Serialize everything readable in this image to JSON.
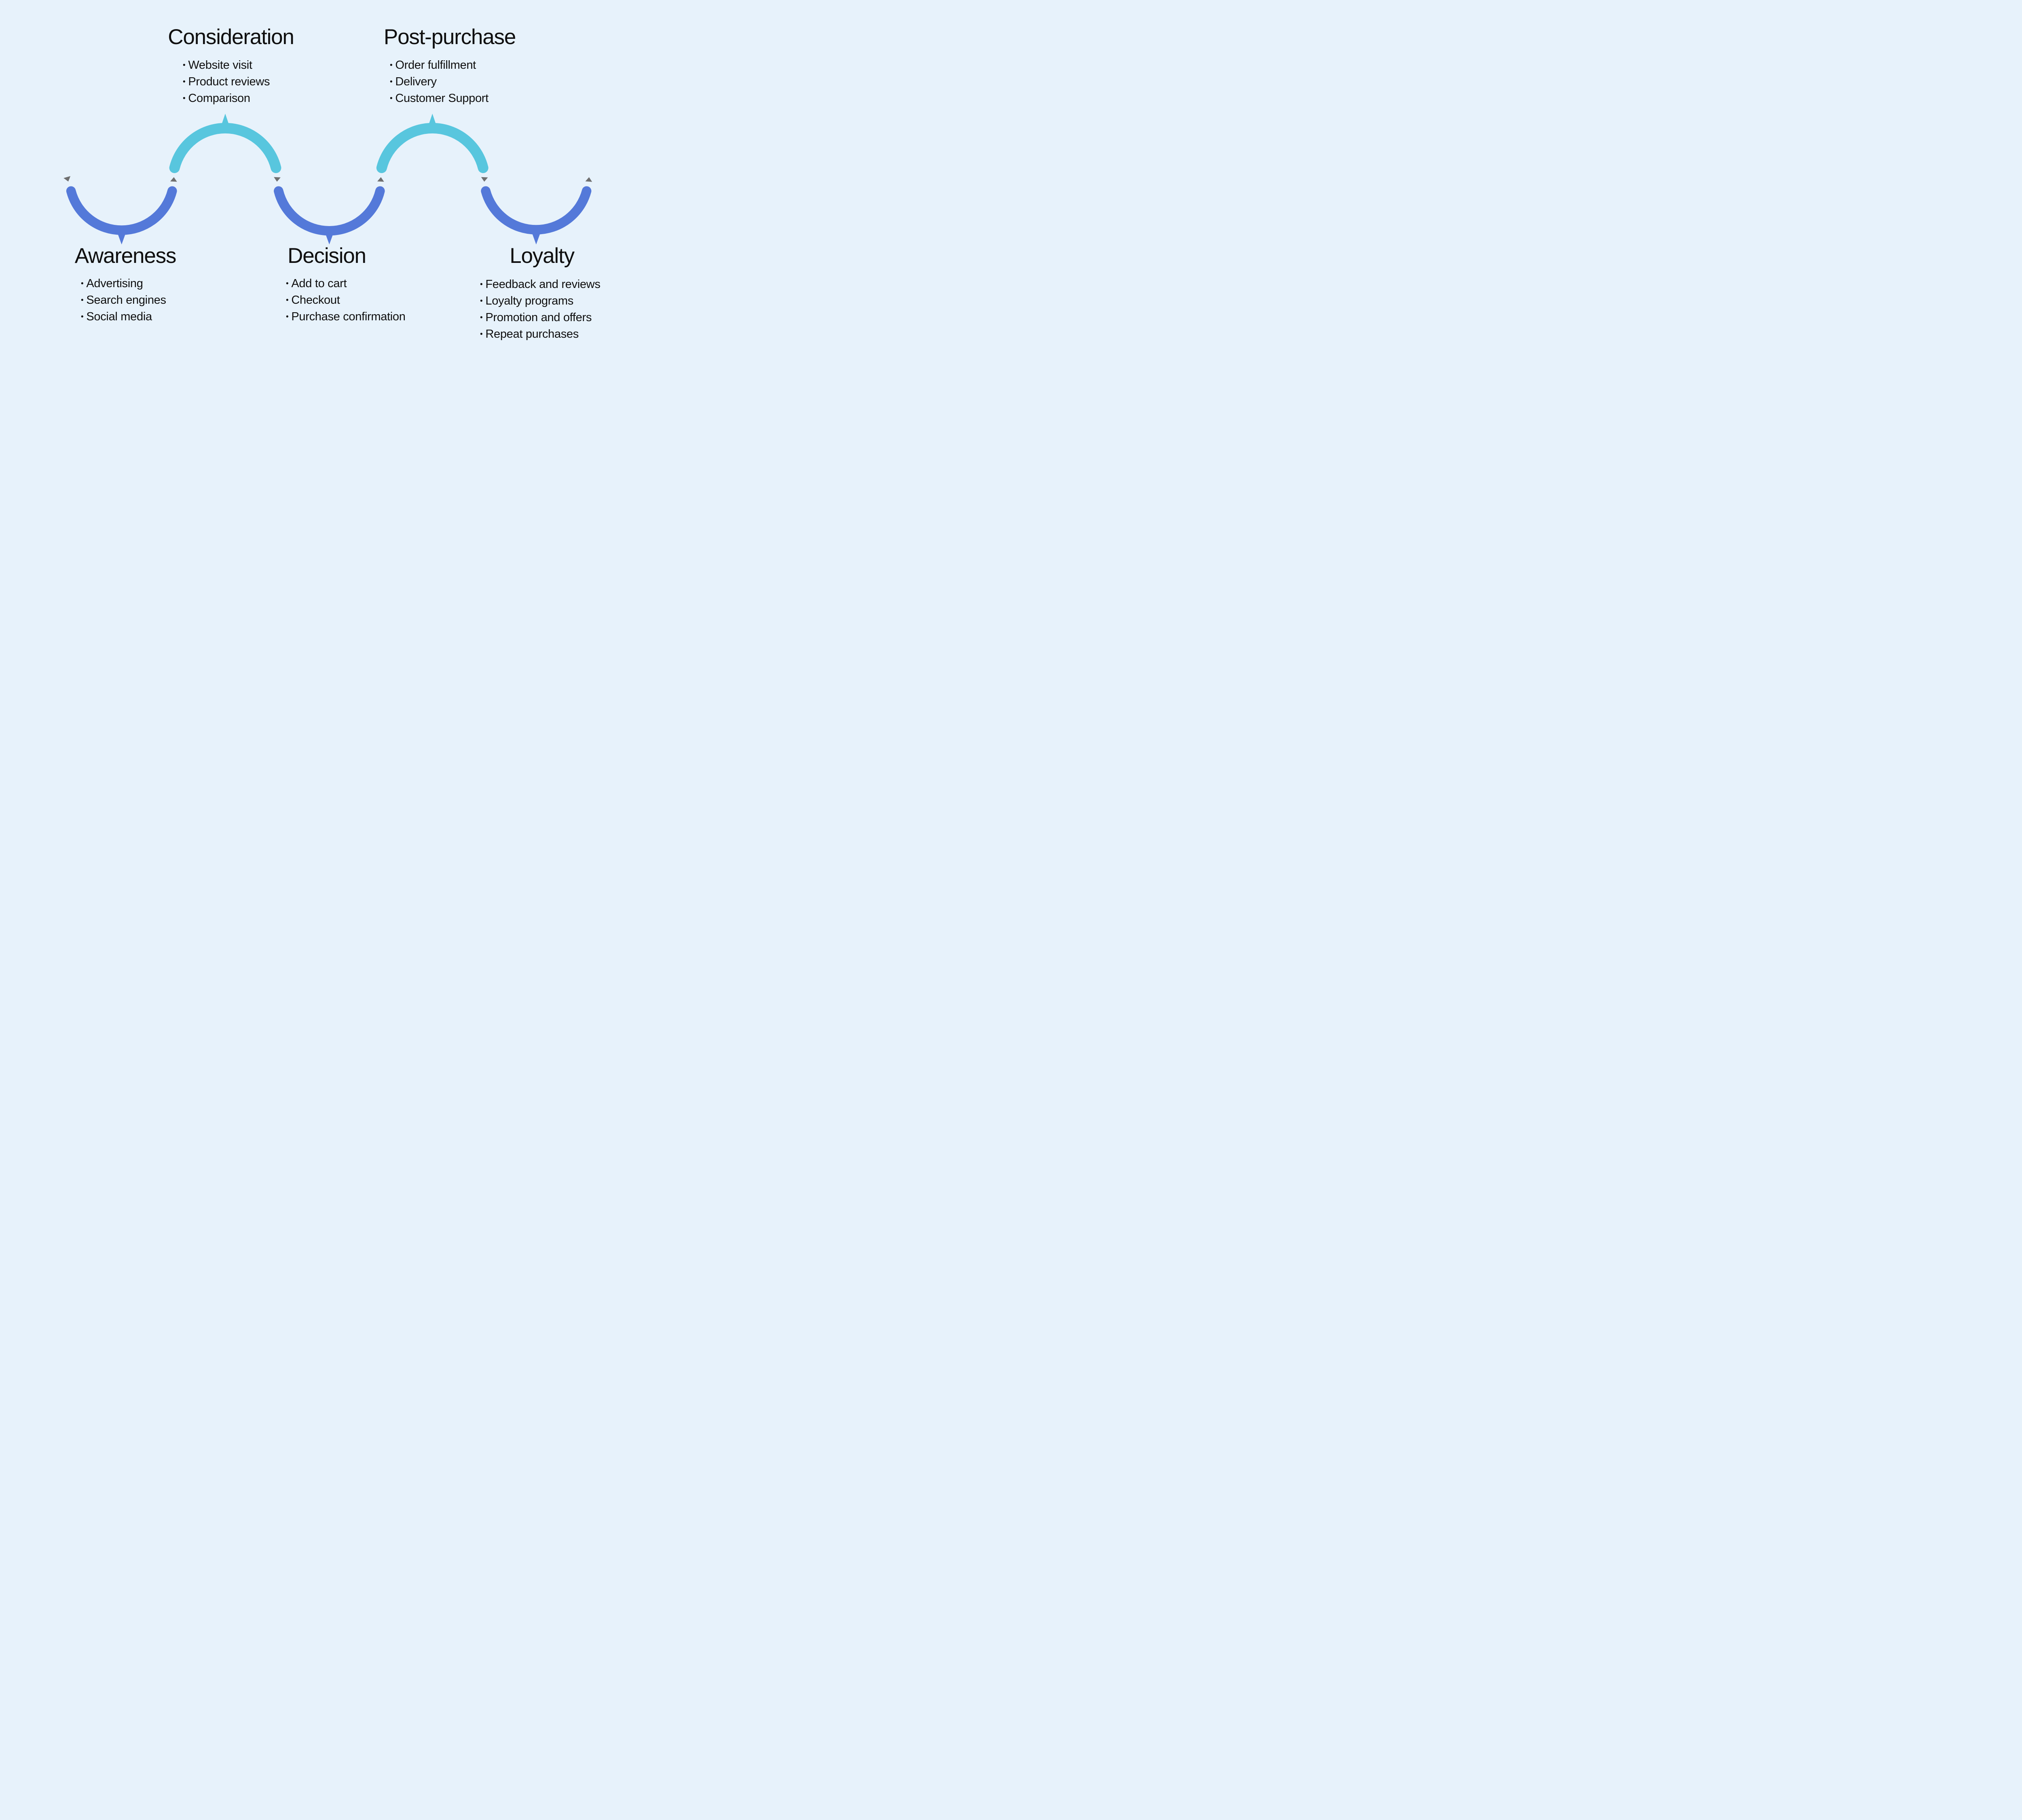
{
  "diagram": {
    "type": "customer-journey-wave",
    "colors": {
      "background": "#e7f2fb",
      "blue": "#5479d9",
      "cyan": "#58c6de",
      "gray": "#6f6f6f",
      "text": "#0f0f0f"
    },
    "stages": [
      {
        "title": "Awareness",
        "position": "bottom",
        "arc_color": "blue",
        "items": [
          "Advertising",
          "Search engines",
          "Social media"
        ]
      },
      {
        "title": "Consideration",
        "position": "top",
        "arc_color": "cyan",
        "items": [
          "Website visit",
          "Product reviews",
          "Comparison"
        ]
      },
      {
        "title": "Decision",
        "position": "bottom",
        "arc_color": "blue",
        "items": [
          "Add to cart",
          "Checkout",
          "Purchase confirmation"
        ]
      },
      {
        "title": "Post-purchase",
        "position": "top",
        "arc_color": "cyan",
        "items": [
          "Order fulfillment",
          "Delivery",
          "Customer Support"
        ]
      },
      {
        "title": "Loyalty",
        "position": "bottom",
        "arc_color": "blue",
        "items": [
          "Feedback and reviews",
          "Loyalty programs",
          "Promotion and offers",
          "Repeat purchases"
        ]
      }
    ],
    "flow_arrows": [
      "down",
      "up",
      "down",
      "up",
      "down",
      "up"
    ]
  }
}
